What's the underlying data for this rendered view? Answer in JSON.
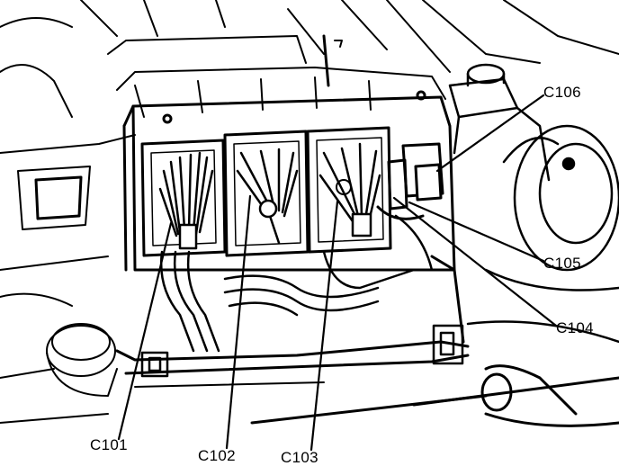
{
  "figure": {
    "callouts": {
      "c101": "C101",
      "c102": "C102",
      "c103": "C103",
      "c104": "C104",
      "c105": "C105",
      "c106": "C106"
    },
    "ink_color": "#000000",
    "paper_color": "#ffffff"
  }
}
